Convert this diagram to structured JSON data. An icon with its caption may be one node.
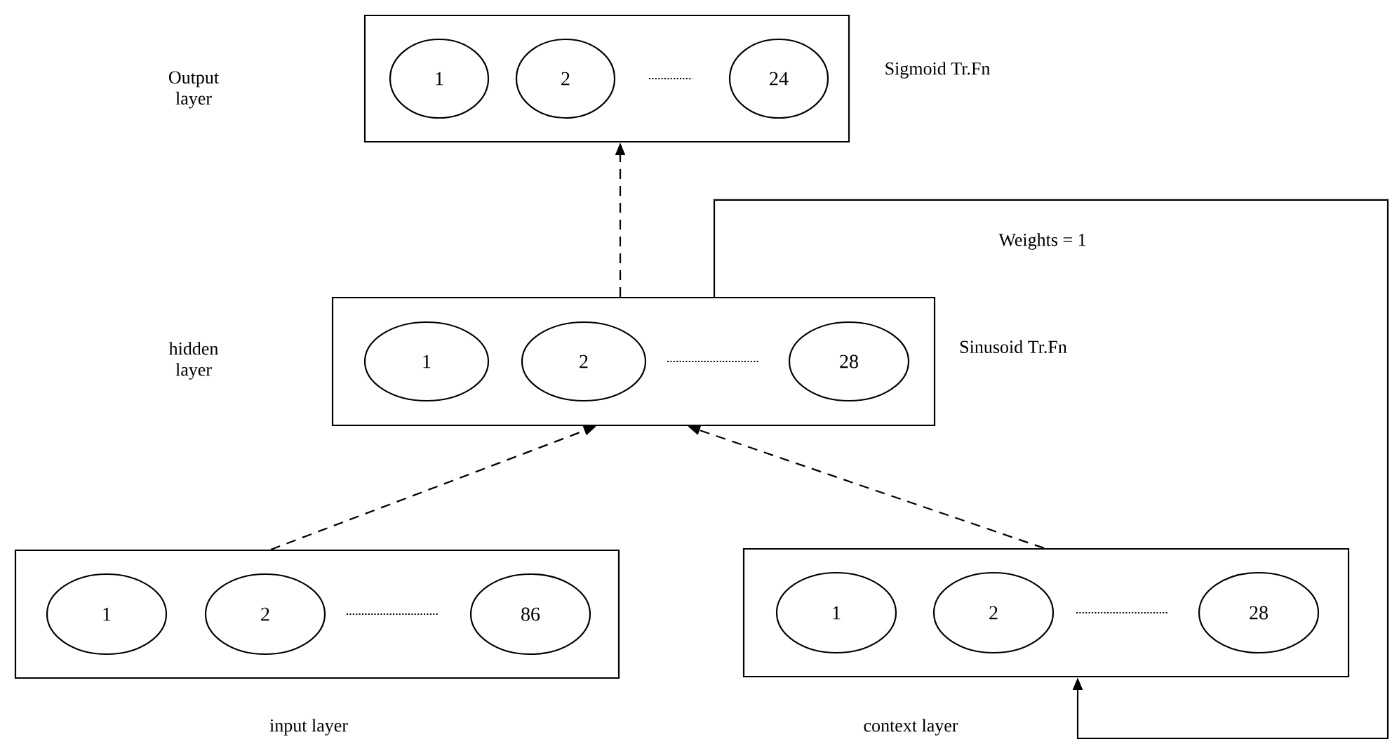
{
  "diagram": {
    "nodes": [
      {
        "text": [],
        "shape": "box",
        "beside": [
          "Sigmoid Tr.Fn"
        ]
      },
      {
        "text": [
          "1"
        ],
        "in": 0
      },
      {
        "text": [
          "2"
        ],
        "in": 0
      },
      {
        "text": [
          "24"
        ],
        "in": 0
      },
      {
        "text": [],
        "shape": "box",
        "beside": [
          "Sinusoid Tr.Fn"
        ]
      },
      {
        "text": [
          "1"
        ],
        "in": 4
      },
      {
        "text": [
          "2"
        ],
        "in": 4
      },
      {
        "text": [
          "28"
        ],
        "in": 4
      },
      {
        "text": [],
        "shape": "box",
        "beside": [
          "input layer"
        ]
      },
      {
        "text": [
          "1"
        ],
        "in": 8
      },
      {
        "text": [
          "2"
        ],
        "in": 8
      },
      {
        "text": [
          "86"
        ],
        "in": 8
      },
      {
        "text": [],
        "shape": "box",
        "beside": [
          "context layer"
        ]
      },
      {
        "text": [
          "1"
        ],
        "in": 12
      },
      {
        "text": [
          "2"
        ],
        "in": 12
      },
      {
        "text": [
          "28"
        ],
        "in": 12
      }
    ],
    "edges": [
      {
        "from": 4,
        "to": 0,
        "arrow": "to",
        "style": "dashed"
      },
      {
        "from": 8,
        "to": 4,
        "arrow": "to",
        "style": "dashed"
      },
      {
        "from": 12,
        "to": 4,
        "arrow": "to",
        "style": "dashed"
      },
      {
        "from": 4,
        "to": 12,
        "arrow": "to",
        "label": "Weights = 1"
      }
    ],
    "labels": [
      "Output layer",
      "hidden layer"
    ]
  }
}
